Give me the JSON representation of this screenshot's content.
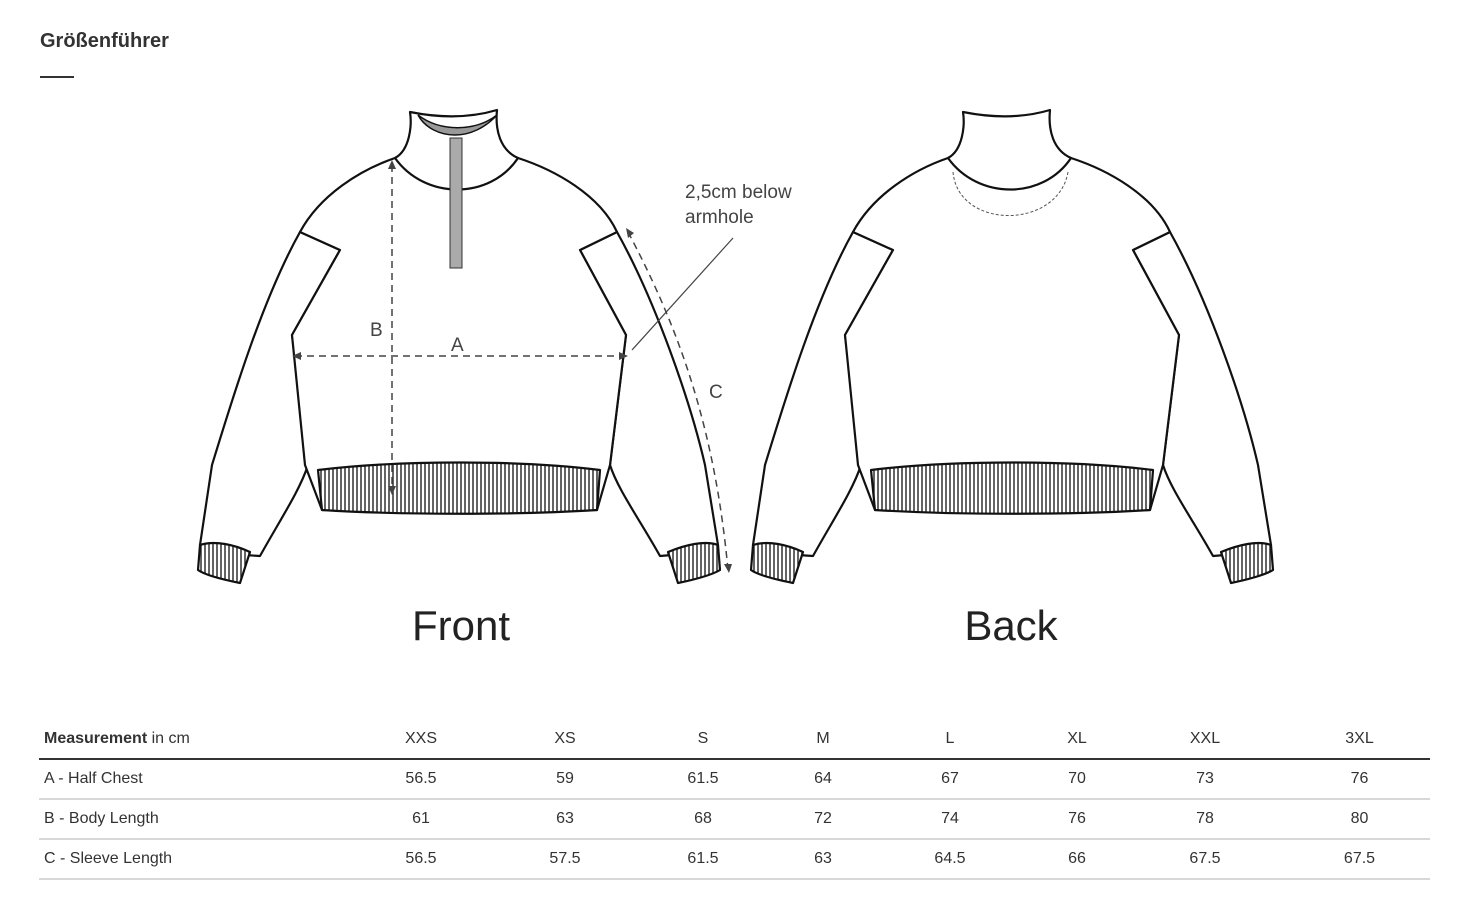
{
  "page": {
    "title": "Größenführer"
  },
  "figure": {
    "front_label": "Front",
    "back_label": "Back",
    "annotation": [
      "2,5cm below",
      "armhole"
    ],
    "markers": {
      "a": "A",
      "b": "B",
      "c": "C"
    }
  },
  "table": {
    "header_bold": "Measurement",
    "header_unit": " in cm",
    "sizes": [
      "XXS",
      "XS",
      "S",
      "M",
      "L",
      "XL",
      "XXL",
      "3XL"
    ],
    "rows": [
      {
        "label": "A - Half Chest",
        "values": [
          "56.5",
          "59",
          "61.5",
          "64",
          "67",
          "70",
          "73",
          "76"
        ]
      },
      {
        "label": "B - Body Length",
        "values": [
          "61",
          "63",
          "68",
          "72",
          "74",
          "76",
          "78",
          "80"
        ]
      },
      {
        "label": "C - Sleeve Length",
        "values": [
          "56.5",
          "57.5",
          "61.5",
          "63",
          "64.5",
          "66",
          "67.5",
          "67.5"
        ]
      }
    ]
  }
}
